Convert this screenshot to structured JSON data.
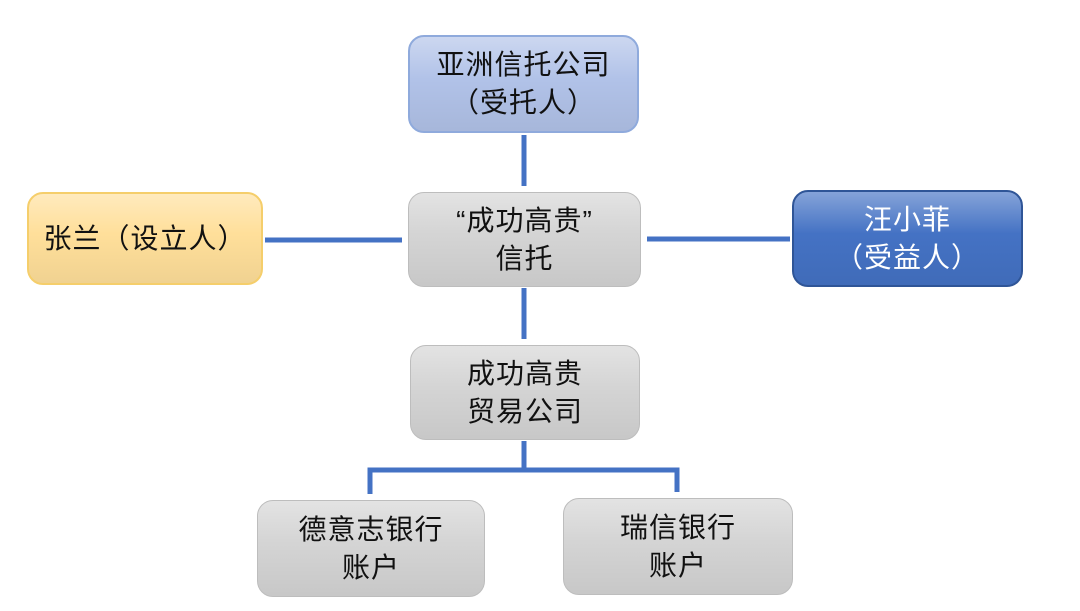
{
  "colors": {
    "arrow": "#4472C4",
    "trustee_fill": "#B1C2E8",
    "trustee_border": "#8FAADC",
    "settlor_fill": "#FFDF9A",
    "settlor_border": "#F5CE6B",
    "trust_fill": "#D4D4D4",
    "trust_border": "#BDBDBD",
    "beneficiary_fill": "#4472C4",
    "beneficiary_border": "#2F5597",
    "company_fill": "#D4D4D4",
    "company_border": "#BDBDBD",
    "bank_fill": "#D4D4D4",
    "bank_border": "#BDBDBD",
    "text_dark": "#111111",
    "text_light": "#FFFFFF"
  },
  "nodes": {
    "trustee": {
      "lines": [
        "亚洲信托公司",
        "（受托人）"
      ]
    },
    "settlor": {
      "lines": [
        "张兰（设立人）"
      ]
    },
    "trust": {
      "lines": [
        "“成功高贵”",
        "信托"
      ]
    },
    "beneficiary": {
      "lines": [
        "汪小菲",
        "（受益人）"
      ]
    },
    "company": {
      "lines": [
        "成功高贵",
        "贸易公司"
      ]
    },
    "bank_de": {
      "lines": [
        "德意志银行",
        "账户"
      ]
    },
    "bank_cs": {
      "lines": [
        "瑞信银行",
        "账户"
      ]
    }
  }
}
